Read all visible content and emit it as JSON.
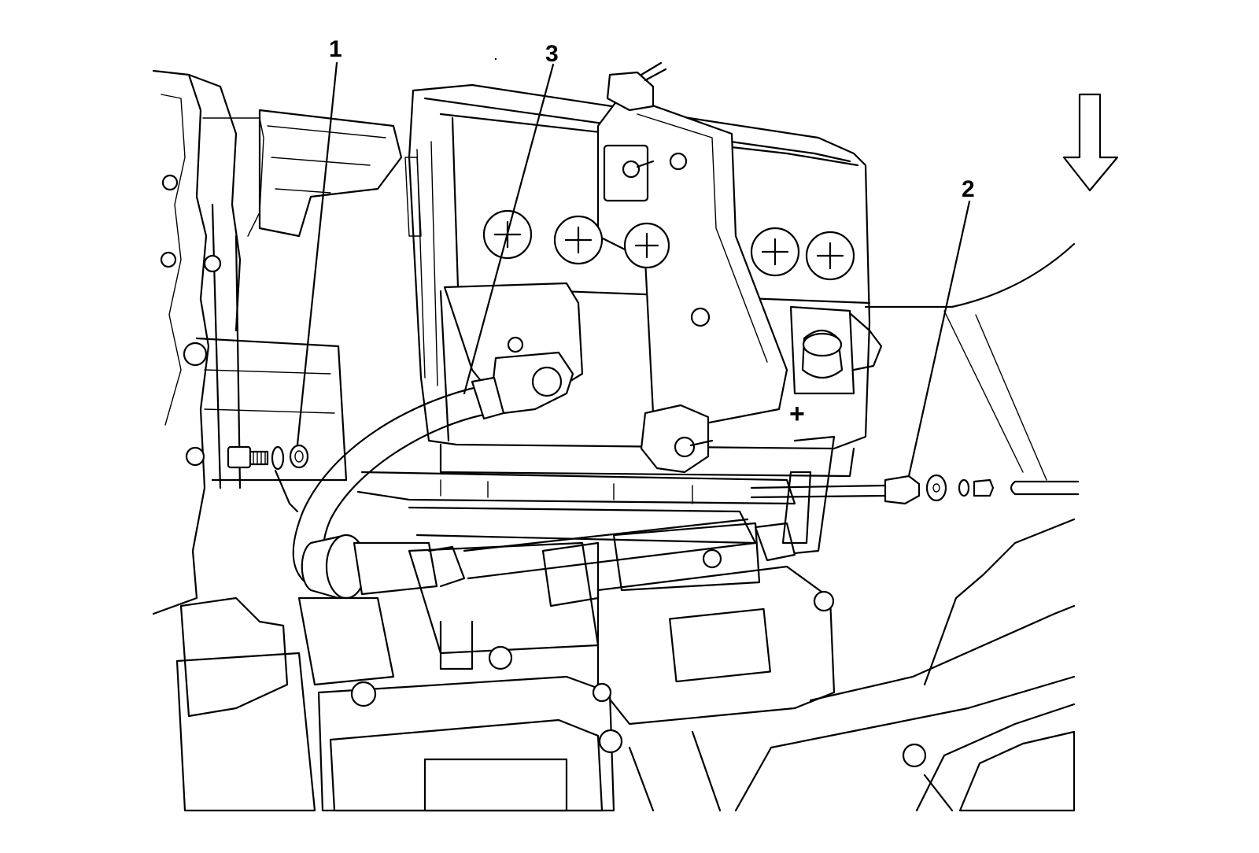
{
  "callouts": [
    {
      "id": "1",
      "label": "1"
    },
    {
      "id": "2",
      "label": "2"
    },
    {
      "id": "3",
      "label": "3"
    }
  ],
  "markers": {
    "terminal_positive": "+",
    "view_direction": "arrow-down"
  },
  "colors": {
    "line": "#000000",
    "background": "#ffffff"
  }
}
